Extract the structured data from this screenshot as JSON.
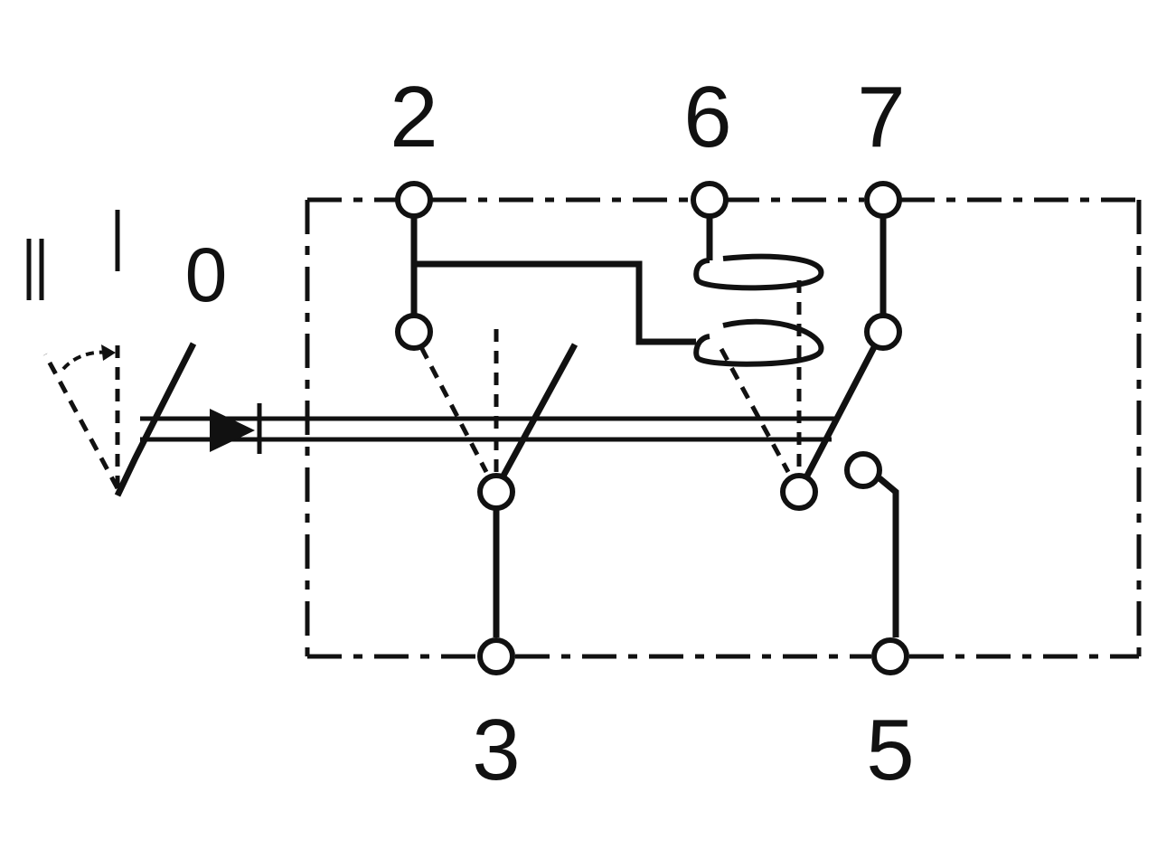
{
  "terminals": {
    "t2": "2",
    "t6": "6",
    "t7": "7",
    "t3": "3",
    "t5": "5"
  },
  "switch_positions": {
    "off": "0",
    "first": "I",
    "second": "II"
  },
  "colors": {
    "ink": "#111111",
    "background": "#ffffff"
  }
}
